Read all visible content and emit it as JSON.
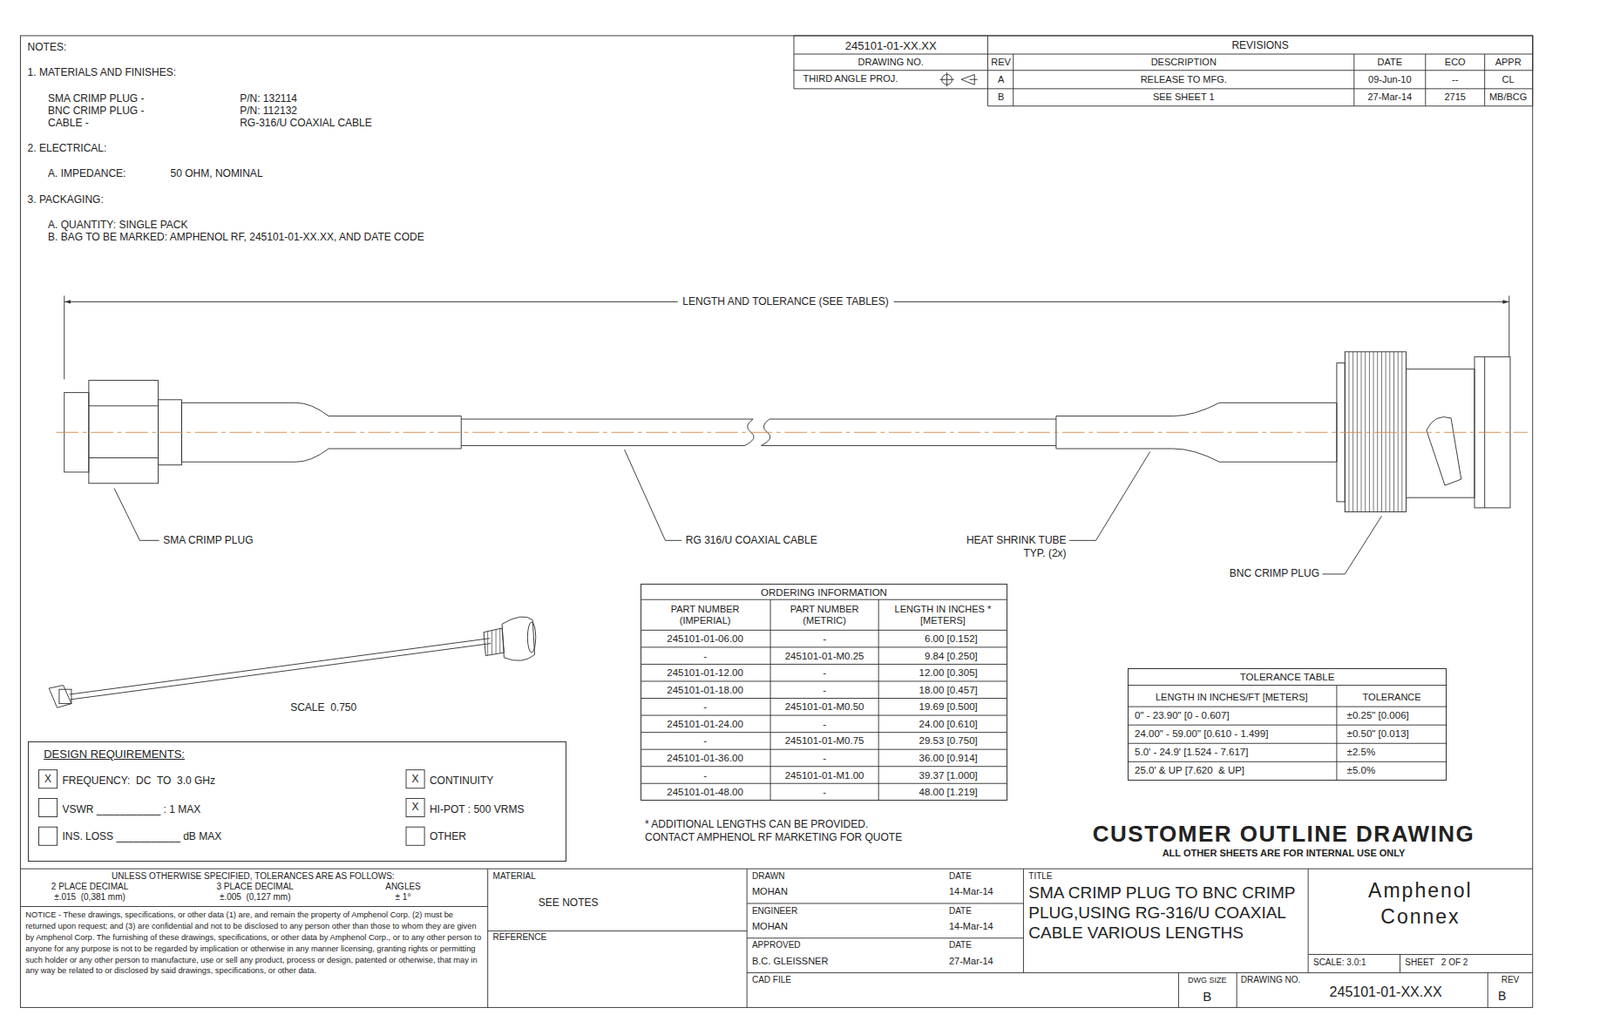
{
  "diagram": {
    "nodes": [
      {
        "text": [
          "DESIGN REQUIREMENTS:"
        ]
      },
      {
        "text": [
          "ORDERING INFORMATION"
        ]
      },
      {
        "text": [
          "TOLERANCE TABLE"
        ]
      }
    ],
    "labels": [
      "NOTES:",
      "1. MATERIALS AND FINISHES:",
      "SMA CRIMP PLUG -",
      "P/N: 132114",
      "BNC CRIMP PLUG -",
      "P/N: 112132",
      "CABLE -",
      "RG-316/U COAXIAL CABLE",
      "2. ELECTRICAL:",
      "A. IMPEDANCE:",
      "50 OHM, NOMINAL",
      "3. PACKAGING:",
      "A. QUANTITY: SINGLE PACK",
      "B. BAG TO BE MARKED: AMPHENOL RF, 245101-01-XX.XX, AND DATE CODE",
      "245101-01-XX.XX",
      "DRAWING NO.",
      "THIRD ANGLE PROJ.",
      "REVISIONS",
      "REV",
      "DESCRIPTION",
      "DATE",
      "ECO",
      "APPR",
      "A",
      "RELEASE TO MFG.",
      "09-Jun-10",
      "--",
      "CL",
      "B",
      "SEE SHEET 1",
      "27-Mar-14",
      "2715",
      "MB/BCG",
      "LENGTH AND TOLERANCE (SEE TABLES)",
      "SMA CRIMP PLUG",
      "RG 316/U COAXIAL CABLE",
      "HEAT SHRINK TUBE",
      "TYP. (2x)",
      "BNC CRIMP PLUG",
      "SCALE  0.750",
      "X",
      "FREQUENCY:  DC  TO  3.0 GHz",
      "VSWR ___________ : 1 MAX",
      "INS. LOSS ___________ dB MAX",
      "X",
      "CONTINUITY",
      "X",
      "HI-POT : 500 VRMS",
      "OTHER",
      "PART NUMBER (IMPERIAL)",
      "PART NUMBER (METRIC)",
      "LENGTH IN INCHES * [METERS]",
      "245101-01-06.00",
      "-",
      "6.00 [0.152]",
      "-",
      "245101-01-M0.25",
      "9.84 [0.250]",
      "245101-01-12.00",
      "-",
      "12.00 [0.305]",
      "245101-01-18.00",
      "-",
      "18.00 [0.457]",
      "-",
      "245101-01-M0.50",
      "19.69 [0.500]",
      "245101-01-24.00",
      "-",
      "24.00 [0.610]",
      "-",
      "245101-01-M0.75",
      "29.53 [0.750]",
      "245101-01-36.00",
      "-",
      "36.00 [0.914]",
      "-",
      "245101-01-M1.00",
      "39.37 [1.000]",
      "245101-01-48.00",
      "-",
      "48.00 [1.219]",
      "* ADDITIONAL LENGTHS CAN BE PROVIDED.",
      "CONTACT AMPHENOL RF MARKETING FOR QUOTE",
      "LENGTH IN INCHES/FT [METERS]",
      "TOLERANCE",
      "0\" - 23.90\" [0 - 0.607]",
      "±0.25\" [0.006]",
      "24.00\" - 59.00\" [0.610 - 1.499]",
      "±0.50\" [0.013]",
      "5.0' - 24.9' [1.524 - 7.617]",
      "±2.5%",
      "25.0' & UP [7.620  & UP]",
      "±5.0%",
      "CUSTOMER OUTLINE DRAWING",
      "ALL OTHER SHEETS ARE FOR INTERNAL USE ONLY",
      "UNLESS OTHERWISE SPECIFIED, TOLERANCES ARE AS FOLLOWS:",
      "2 PLACE DECIMAL",
      "3 PLACE DECIMAL",
      "ANGLES",
      "±.015  (0,381 mm)",
      "±.005  (0,127 mm)",
      "± 1°",
      "NOTICE - These drawings, specifications, or other data (1) are, and remain the property of Amphenol Corp. (2) must be returned upon request; and (3) are confidential and not to be disclosed to any person other than those to whom they are given by Amphenol Corp.  The furnishing of these drawings, specifications, or other data by Amphenol Corp., or to any other person to anyone for any purpose is not to be regarded by implication or otherwise in any manner licensing, granting rights or permitting such holder or any other person to manufacture, use or sell any product, process or design, patented or otherwise, that may in any way be related to or disclosed by said drawings, specifications, or other data.",
      "MATERIAL",
      "SEE NOTES",
      "REFERENCE",
      "DRAWN",
      "DATE",
      "MOHAN",
      "14-Mar-14",
      "ENGINEER",
      "DATE",
      "MOHAN",
      "14-Mar-14",
      "APPROVED",
      "DATE",
      "B.C. GLEISSNER",
      "27-Mar-14",
      "CAD FILE",
      "TITLE",
      "SMA CRIMP PLUG TO BNC CRIMP PLUG,USING RG-316/U COAXIAL CABLE VARIOUS LENGTHS",
      "Amphenol Connex",
      "SCALE: 3.0:1",
      "SHEET   2 OF 2",
      "DWG SIZE",
      "B",
      "DRAWING NO.",
      "245101-01-XX.XX",
      "REV",
      "B"
    ]
  }
}
